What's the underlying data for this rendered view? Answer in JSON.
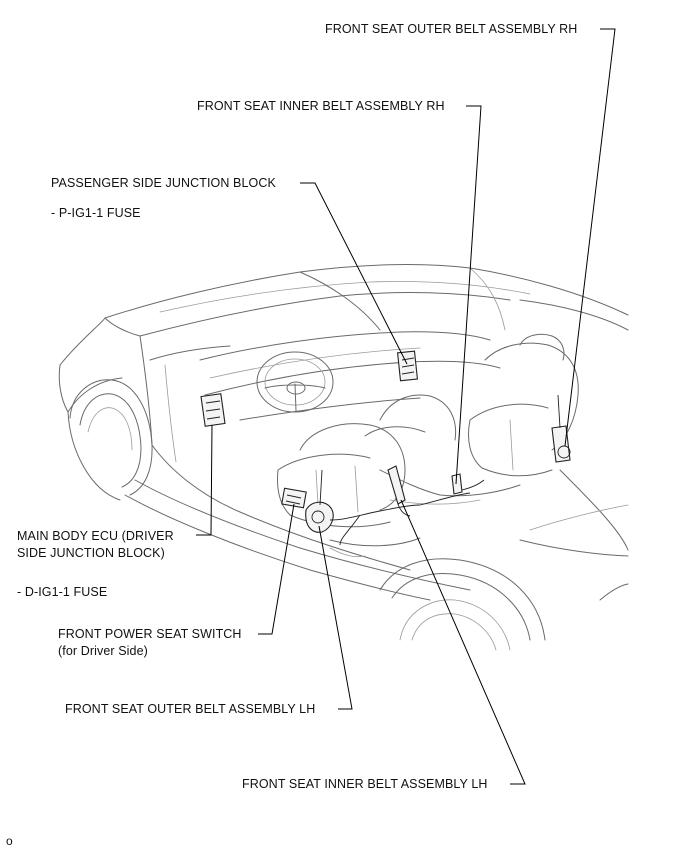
{
  "labels": {
    "outer_rh": "FRONT SEAT OUTER BELT ASSEMBLY RH",
    "inner_rh": "FRONT SEAT INNER BELT ASSEMBLY RH",
    "passenger_jb": "PASSENGER SIDE JUNCTION BLOCK",
    "p_fuse": "- P-IG1-1 FUSE",
    "main_ecu_1": "MAIN BODY ECU (DRIVER",
    "main_ecu_2": "SIDE JUNCTION BLOCK)",
    "d_fuse": "- D-IG1-1 FUSE",
    "power_switch_1": "FRONT POWER SEAT SWITCH",
    "power_switch_2": "(for Driver Side)",
    "outer_lh": "FRONT SEAT OUTER BELT ASSEMBLY LH",
    "inner_lh": "FRONT SEAT INNER BELT ASSEMBLY LH"
  },
  "figure_code": "o"
}
